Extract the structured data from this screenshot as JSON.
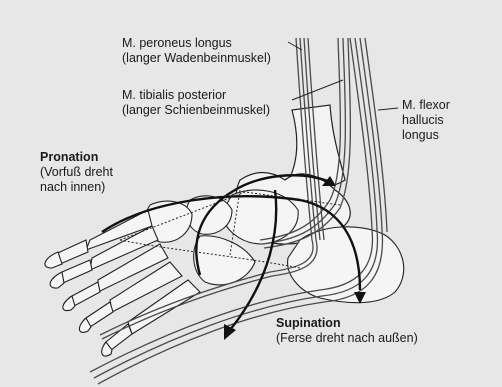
{
  "labels": {
    "peroneus": {
      "line1": "M. peroneus longus",
      "line2": "(langer Wadenbeinmuskel)"
    },
    "tibialis": {
      "line1": "M. tibialis posterior",
      "line2": "(langer Schienbeinmuskel)"
    },
    "flexor": {
      "line1": "M. flexor",
      "line2": "hallucis",
      "line3": "longus"
    },
    "pronation": {
      "title": "Pronation",
      "line1": "(Vorfuß dreht",
      "line2": "nach innen)"
    },
    "supination": {
      "title": "Supination",
      "line1": "(Ferse dreht nach außen)"
    }
  },
  "colors": {
    "background": "#e7e7e7",
    "bone_fill": "#f4f4f4",
    "ink": "#1a1a1a",
    "muscle": "#5a5a5a"
  }
}
